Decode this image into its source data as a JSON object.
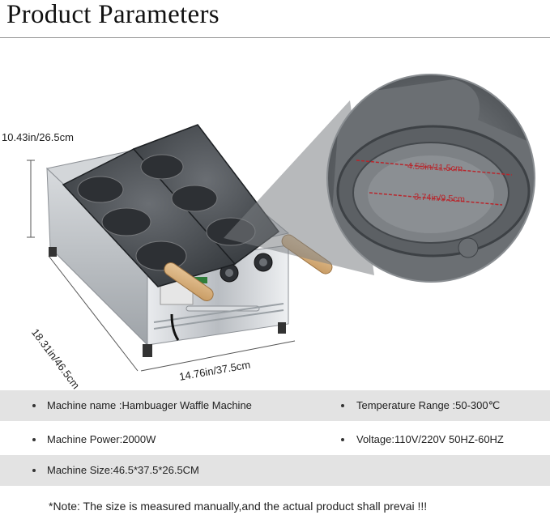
{
  "header": {
    "title": "Product Parameters"
  },
  "dimensions": {
    "height_label": "10.43in/26.5cm",
    "depth_label": "18.31in/46.5cm",
    "width_label": "14.76in/37.5cm"
  },
  "zoom_detail": {
    "outer_diameter_label": "4.53in/11.5cm",
    "inner_diameter_label": "3.74in/9.5cm"
  },
  "specs": [
    {
      "label": "Machine name :Hambuager Waffle Machine"
    },
    {
      "label": "Temperature Range :50-300℃"
    },
    {
      "label": "Machine Power:2000W"
    },
    {
      "label": "Voltage:110V/220V 50HZ-60HZ"
    },
    {
      "label": "Machine Size:46.5*37.5*26.5CM"
    }
  ],
  "note": {
    "text": "*Note: The size is measured manually,and the actual product shall prevai !!!"
  },
  "colors": {
    "accent_red": "#b8262c",
    "row_shade": "#e3e3e3",
    "steel": "#c9ccd0",
    "cast_iron": "#3f4348"
  }
}
